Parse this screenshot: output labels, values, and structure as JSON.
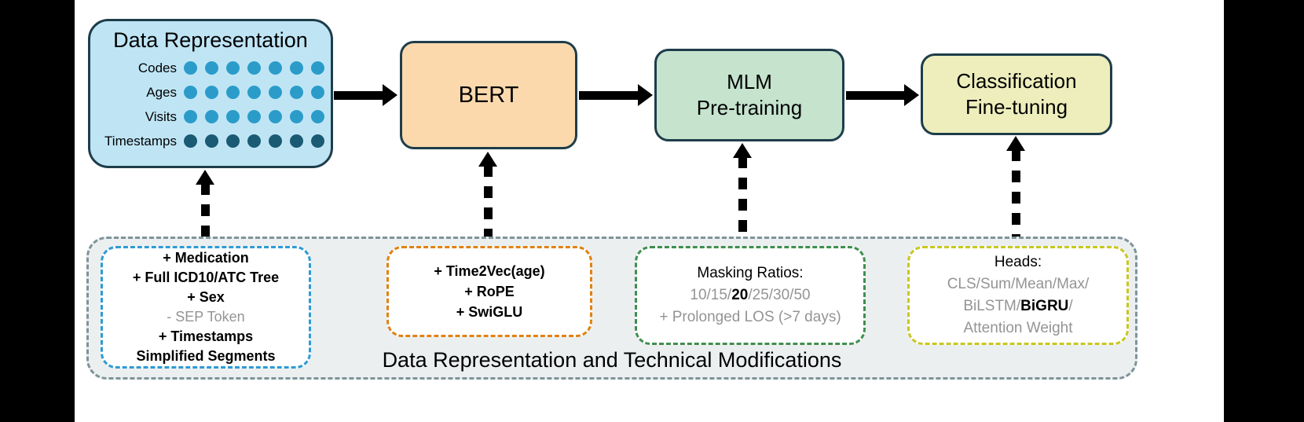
{
  "figure": {
    "caption": "Data Representation and Technical Modifications"
  },
  "pipeline": {
    "nodes": [
      {
        "id": "data-representation",
        "title": "Data Representation",
        "rows": [
          {
            "label": "Codes",
            "dots": 7,
            "tone": "light"
          },
          {
            "label": "Ages",
            "dots": 7,
            "tone": "light"
          },
          {
            "label": "Visits",
            "dots": 7,
            "tone": "light"
          },
          {
            "label": "Timestamps",
            "dots": 7,
            "tone": "dark"
          }
        ],
        "fill": "#bfe5f5"
      },
      {
        "id": "bert",
        "line1": "BERT",
        "line2": "",
        "fill": "#fbd9ad"
      },
      {
        "id": "mlm",
        "line1": "MLM",
        "line2": "Pre-training",
        "fill": "#c5e3cd"
      },
      {
        "id": "classification",
        "line1": "Classification",
        "line2": "Fine-tuning",
        "fill": "#edeebc"
      }
    ]
  },
  "details": {
    "data": {
      "border_color": "#2e9bd4",
      "lines": [
        {
          "text": "+ Medication",
          "style": "bold"
        },
        {
          "text": "+ Full ICD10/ATC Tree",
          "style": "bold"
        },
        {
          "text": "+ Sex",
          "style": "bold"
        },
        {
          "text": "- SEP Token",
          "style": "muted"
        },
        {
          "text": "+ Timestamps",
          "style": "bold"
        },
        {
          "text": "Simplified Segments",
          "style": "bold"
        }
      ]
    },
    "technical": {
      "border_color": "#e08214",
      "lines": [
        {
          "text": "+ Time2Vec(age)",
          "style": "bold"
        },
        {
          "text": "+ RoPE",
          "style": "bold"
        },
        {
          "text": "+ SwiGLU",
          "style": "bold"
        }
      ]
    },
    "masking": {
      "border_color": "#3f8f4f",
      "heading": "Masking Ratios:",
      "ratio_parts": [
        {
          "text": "10/15/",
          "style": "muted"
        },
        {
          "text": "20",
          "style": "bold"
        },
        {
          "text": "/25/30/50",
          "style": "muted"
        }
      ],
      "extra": "+ Prolonged LOS (>7 days)"
    },
    "heads": {
      "border_color": "#c8c820",
      "heading": "Heads:",
      "line2": "CLS/Sum/Mean/Max/",
      "line3_parts": [
        {
          "text": "BiLSTM/",
          "style": "muted"
        },
        {
          "text": "BiGRU",
          "style": "bold"
        },
        {
          "text": "/",
          "style": "muted"
        }
      ],
      "line4": "Attention Weight"
    }
  },
  "colors": {
    "canvas": "#ffffff",
    "letterbox": "#000000",
    "node_border": "#1e3d4a",
    "dot_light": "#2b9cc9",
    "dot_dark": "#1a5a73",
    "container_fill": "#eceff0",
    "container_border": "#7e9499"
  }
}
